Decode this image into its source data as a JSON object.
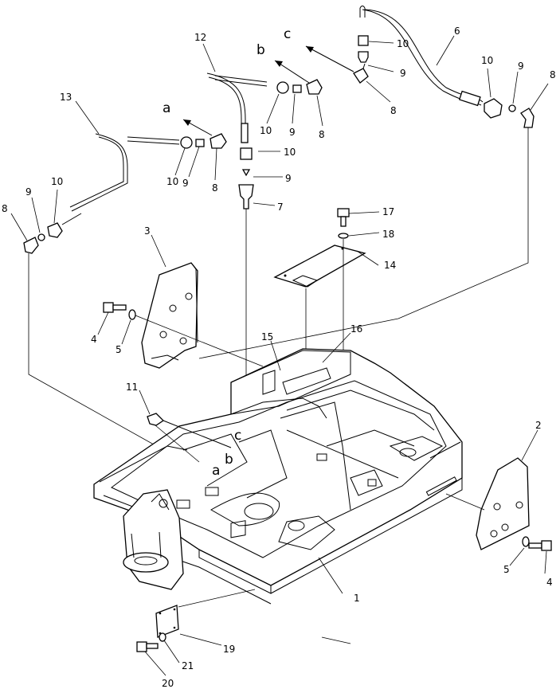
{
  "callouts": {
    "p1": "1",
    "p2": "2",
    "p3": "3",
    "p4a": "4",
    "p4b": "4",
    "p5a": "5",
    "p5b": "5",
    "p6": "6",
    "p7": "7",
    "p8a": "8",
    "p8b": "8",
    "p8c": "8",
    "p8d": "8",
    "p8e": "8",
    "p9a": "9",
    "p9b": "9",
    "p9c": "9",
    "p9d": "9",
    "p9e": "9",
    "p9f": "9",
    "p10a": "10",
    "p10b": "10",
    "p10c": "10",
    "p10d": "10",
    "p10e": "10",
    "p10f": "10",
    "p11": "11",
    "p12": "12",
    "p13": "13",
    "p14": "14",
    "p15": "15",
    "p16": "16",
    "p17": "17",
    "p18": "18",
    "p19": "19",
    "p20": "20",
    "p21": "21"
  },
  "routing_letters": {
    "a_top": "a",
    "b_top": "b",
    "c_top": "c",
    "a_frame": "a",
    "b_frame": "b",
    "c_frame": "c"
  }
}
